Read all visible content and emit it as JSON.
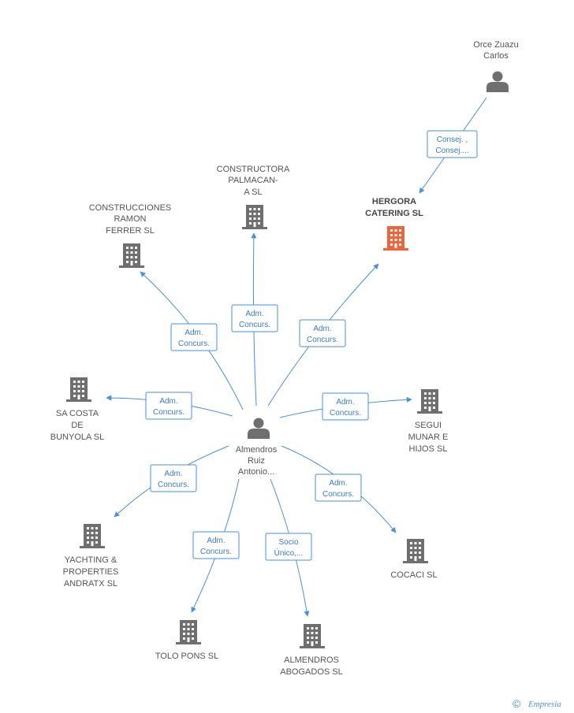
{
  "nodes": {
    "almendros": {
      "kind": "person",
      "lines": [
        "Almendros",
        "Ruiz",
        "Antonio..."
      ],
      "color": "#6f6f6f"
    },
    "orce": {
      "kind": "person",
      "lines": [
        "Orce Zuazu",
        "Carlos"
      ],
      "color": "#6f6f6f"
    },
    "hergora": {
      "kind": "company",
      "lines": [
        "HERGORA",
        "CATERING SL"
      ],
      "color": "#f0643c",
      "highlight": true
    },
    "construcciones": {
      "kind": "company",
      "lines": [
        "CONSTRUCCIONES",
        "RAMON",
        "FERRER SL"
      ],
      "color": "#6f6f6f"
    },
    "constructora": {
      "kind": "company",
      "lines": [
        "CONSTRUCTORA",
        "PALMACAN-",
        "A SL"
      ],
      "color": "#6f6f6f"
    },
    "sacosta": {
      "kind": "company",
      "lines": [
        "SA COSTA",
        "DE",
        "BUNYOLA SL"
      ],
      "color": "#6f6f6f"
    },
    "segui": {
      "kind": "company",
      "lines": [
        "SEGUI",
        "MUNAR E",
        "HIJOS SL"
      ],
      "color": "#6f6f6f"
    },
    "yachting": {
      "kind": "company",
      "lines": [
        "YACHTING &",
        "PROPERTIES",
        "ANDRATX SL"
      ],
      "color": "#6f6f6f"
    },
    "cocaci": {
      "kind": "company",
      "lines": [
        "COCACI SL"
      ],
      "color": "#6f6f6f"
    },
    "tolo": {
      "kind": "company",
      "lines": [
        "TOLO PONS SL"
      ],
      "color": "#6f6f6f"
    },
    "abogados": {
      "kind": "company",
      "lines": [
        "ALMENDROS",
        "ABOGADOS SL"
      ],
      "color": "#6f6f6f"
    }
  },
  "edges": {
    "orce_hergora": [
      "Consej. ,",
      "Consej...."
    ],
    "to_hergora": [
      "Adm.",
      "Concurs."
    ],
    "to_construcciones": [
      "Adm.",
      "Concurs."
    ],
    "to_constructora": [
      "Adm.",
      "Concurs."
    ],
    "to_sacosta": [
      "Adm.",
      "Concurs."
    ],
    "to_segui": [
      "Adm.",
      "Concurs."
    ],
    "to_yachting": [
      "Adm.",
      "Concurs."
    ],
    "to_cocaci": [
      "Adm.",
      "Concurs."
    ],
    "to_tolo": [
      "Adm.",
      "Concurs."
    ],
    "to_abogados": [
      "Socio",
      "Único,..."
    ]
  },
  "colors": {
    "edge": "#4a90d9",
    "label_text": "#555555",
    "company_icon": "#6f6f6f",
    "highlight_icon": "#f0643c"
  },
  "watermark": {
    "copyright": "©",
    "brand": "Empresia"
  }
}
